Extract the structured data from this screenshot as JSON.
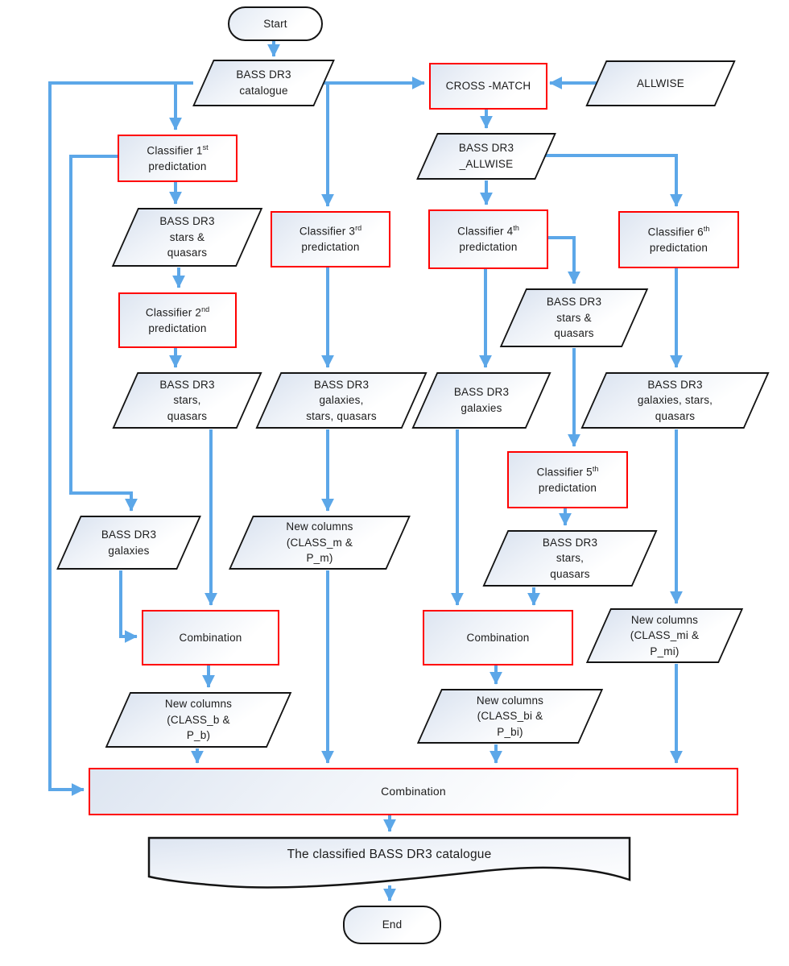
{
  "colors": {
    "connector_blue": "#5ca7e8",
    "accent_red": "#ff0000",
    "shape_border_black": "#141414"
  },
  "nodes": {
    "start": {
      "label": "Start"
    },
    "catalogue": {
      "lines": [
        "BASS DR3",
        "catalogue"
      ]
    },
    "cross_match": {
      "label": "CROSS -MATCH"
    },
    "allwise": {
      "label": "ALLWISE"
    },
    "bass_dr3_allwise": {
      "lines": [
        "BASS DR3",
        "_ALLWISE"
      ]
    },
    "classifier1": {
      "prefix": "Classifier 1",
      "sup": "st",
      "suffix": "predictation"
    },
    "classifier2": {
      "prefix": "Classifier 2",
      "sup": "nd",
      "suffix": "predictation"
    },
    "classifier3": {
      "prefix": "Classifier 3",
      "sup": "rd",
      "suffix": "predictation"
    },
    "classifier4": {
      "prefix": "Classifier 4",
      "sup": "th",
      "suffix": "predictation"
    },
    "classifier5": {
      "prefix": "Classifier 5",
      "sup": "th",
      "suffix": "predictation"
    },
    "classifier6": {
      "prefix": "Classifier 6",
      "sup": "th",
      "suffix": "predictation"
    },
    "stars_amp_quasars_1": {
      "lines": [
        "BASS DR3",
        "stars &",
        "quasars"
      ]
    },
    "stars_quasars_1": {
      "lines": [
        "BASS DR3",
        "stars,",
        "quasars"
      ]
    },
    "galaxies_stars_quasars_m": {
      "lines": [
        "BASS DR3",
        "galaxies,",
        "stars, quasars"
      ]
    },
    "stars_amp_quasars_2": {
      "lines": [
        "BASS DR3",
        "stars &",
        "quasars"
      ]
    },
    "galaxies_right": {
      "lines": [
        "BASS DR3",
        "galaxies"
      ]
    },
    "galaxies_stars_quasars_mi": {
      "lines": [
        "BASS DR3",
        "galaxies, stars,",
        "quasars"
      ]
    },
    "stars_quasars_2": {
      "lines": [
        "BASS DR3",
        "stars,",
        "quasars"
      ]
    },
    "galaxies_left": {
      "lines": [
        "BASS DR3",
        "galaxies"
      ]
    },
    "new_columns_m": {
      "lines": [
        "New columns",
        "(CLASS_m &",
        "P_m)"
      ]
    },
    "new_columns_b": {
      "lines": [
        "New columns",
        "(CLASS_b &",
        "P_b)"
      ]
    },
    "new_columns_bi": {
      "lines": [
        "New columns",
        "(CLASS_bi &",
        "P_bi)"
      ]
    },
    "new_columns_mi": {
      "lines": [
        "New columns",
        "(CLASS_mi &",
        "P_mi)"
      ]
    },
    "combination_b": {
      "label": "Combination"
    },
    "combination_bi": {
      "label": "Combination"
    },
    "combination_final": {
      "label": "Combination"
    },
    "classified_catalogue": {
      "label": "The classified BASS DR3 catalogue"
    },
    "end": {
      "label": "End"
    }
  }
}
